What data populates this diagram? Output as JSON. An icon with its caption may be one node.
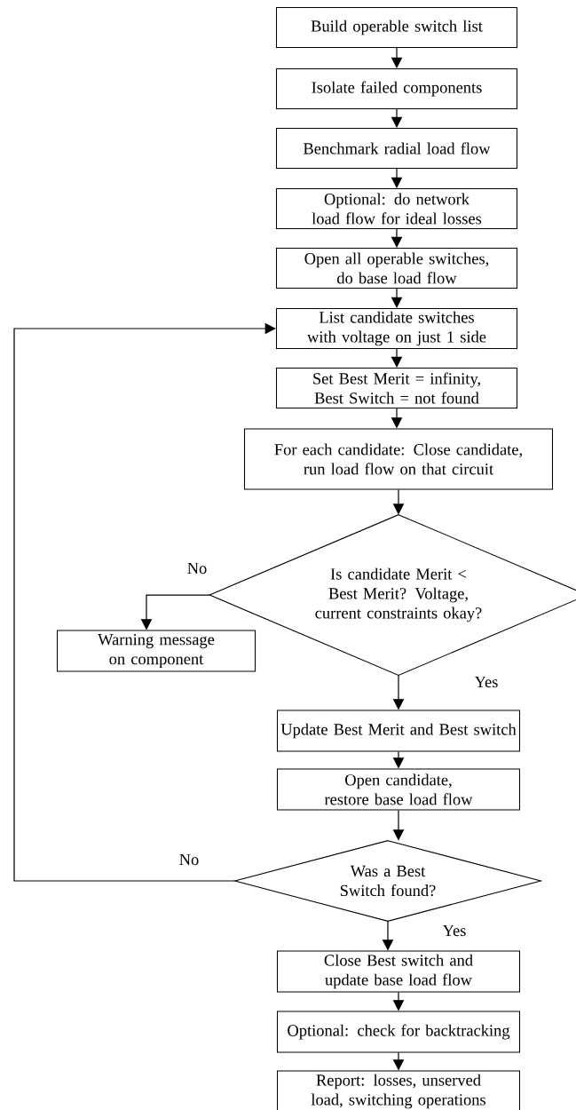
{
  "diagram": {
    "nodes": [
      {
        "text": [
          "Build operable switch list"
        ]
      },
      {
        "text": [
          "Isolate failed components"
        ]
      },
      {
        "text": [
          "Benchmark radial load flow"
        ]
      },
      {
        "text": [
          "Optional: do network load flow for ideal losses"
        ]
      },
      {
        "text": [
          "Open all operable switches, do base load flow"
        ]
      },
      {
        "text": [
          "List candidate switches with voltage on just 1 side"
        ]
      },
      {
        "text": [
          "Set Best Merit = infinity, Best Switch = not found"
        ]
      },
      {
        "text": [
          "For each candidate: Close candidate, run load flow on that circuit"
        ]
      },
      {
        "text": [
          "Is candidate Merit < Best Merit? Voltage, current constraints okay?"
        ]
      },
      {
        "text": [
          "Warning message on component"
        ]
      },
      {
        "text": [
          "Update Best Merit and Best switch"
        ]
      },
      {
        "text": [
          "Open candidate, restore base load flow"
        ]
      },
      {
        "text": [
          "Was a Best Switch found?"
        ]
      },
      {
        "text": [
          "Close Best switch and update base load flow"
        ]
      },
      {
        "text": [
          "Optional: check for backtracking"
        ]
      },
      {
        "text": [
          "Report: losses, unserved load, switching operations"
        ]
      }
    ],
    "edges": [
      {
        "from": 0,
        "to": 1,
        "arrow": "to"
      },
      {
        "from": 1,
        "to": 2,
        "arrow": "to"
      },
      {
        "from": 2,
        "to": 3,
        "arrow": "to"
      },
      {
        "from": 3,
        "to": 4,
        "arrow": "to"
      },
      {
        "from": 4,
        "to": 5,
        "arrow": "to"
      },
      {
        "from": 5,
        "to": 6,
        "arrow": "to"
      },
      {
        "from": 6,
        "to": 7,
        "arrow": "to"
      },
      {
        "from": 7,
        "to": 8,
        "arrow": "to"
      },
      {
        "from": 8,
        "to": 9,
        "arrow": "to",
        "label": "No"
      },
      {
        "from": 8,
        "to": 10,
        "arrow": "to",
        "label": "Yes"
      },
      {
        "from": 10,
        "to": 11,
        "arrow": "to"
      },
      {
        "from": 11,
        "to": 12,
        "arrow": "to"
      },
      {
        "from": 12,
        "to": 5,
        "arrow": "to",
        "label": "No"
      },
      {
        "from": 12,
        "to": 13,
        "arrow": "to",
        "label": "Yes"
      },
      {
        "from": 13,
        "to": 14,
        "arrow": "to"
      },
      {
        "from": 14,
        "to": 15,
        "arrow": "to"
      }
    ]
  }
}
